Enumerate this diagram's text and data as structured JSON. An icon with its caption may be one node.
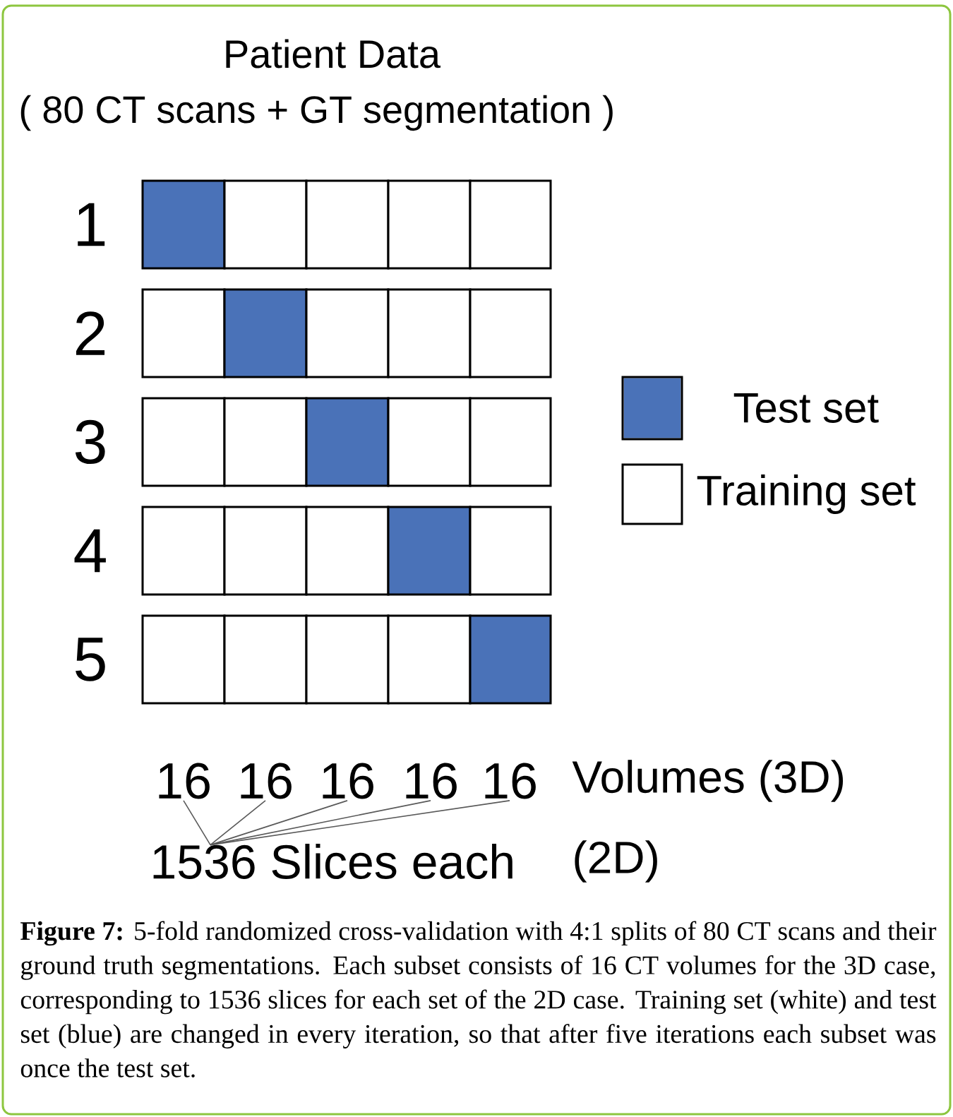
{
  "diagram": {
    "title": "Patient Data",
    "caption": "**Figure 7:** 5-fold randomized cross-validation with 4:1 splits of 80 CT scans and their ground truth segmentations. Each subset consists of 16 CT volumes for the 3D case, corresponding to 1536 slices for each set of the 2D case. Training set (white) and test set (blue) are changed in every iteration, so that after five iterations each subset was once the test set.",
    "nodes": [
      {
        "text": [],
        "shape": "box"
      },
      {
        "text": [],
        "shape": "box"
      },
      {
        "text": [],
        "shape": "box"
      },
      {
        "text": [],
        "shape": "box"
      },
      {
        "text": [],
        "shape": "box"
      },
      {
        "text": [],
        "shape": "box"
      },
      {
        "text": [],
        "shape": "box"
      },
      {
        "text": [],
        "shape": "box"
      },
      {
        "text": [],
        "shape": "box"
      },
      {
        "text": [],
        "shape": "box"
      },
      {
        "text": [],
        "shape": "box"
      },
      {
        "text": [],
        "shape": "box"
      },
      {
        "text": [],
        "shape": "box"
      },
      {
        "text": [],
        "shape": "box"
      },
      {
        "text": [],
        "shape": "box"
      },
      {
        "text": [],
        "shape": "box"
      },
      {
        "text": [],
        "shape": "box"
      },
      {
        "text": [],
        "shape": "box"
      },
      {
        "text": [],
        "shape": "box"
      },
      {
        "text": [],
        "shape": "box"
      },
      {
        "text": [],
        "shape": "box"
      },
      {
        "text": [],
        "shape": "box"
      },
      {
        "text": [],
        "shape": "box"
      },
      {
        "text": [],
        "shape": "box"
      },
      {
        "text": [],
        "shape": "box"
      },
      {
        "text": [
          "16"
        ]
      },
      {
        "text": [
          "16"
        ]
      },
      {
        "text": [
          "16"
        ]
      },
      {
        "text": [
          "16"
        ]
      },
      {
        "text": [
          "16"
        ]
      },
      {
        "text": [
          "1536 Slices each"
        ]
      }
    ],
    "edges": [
      {
        "from": 30,
        "to": 25,
        "arrow": "none"
      },
      {
        "from": 30,
        "to": 26,
        "arrow": "none"
      },
      {
        "from": 30,
        "to": 27,
        "arrow": "none"
      },
      {
        "from": 30,
        "to": 28,
        "arrow": "none"
      },
      {
        "from": 30,
        "to": 29,
        "arrow": "none"
      }
    ],
    "labels": [
      "( 80 CT scans + GT segmentation )",
      "1",
      "2",
      "3",
      "4",
      "5",
      "Volumes (3D)",
      "(2D)"
    ],
    "legend": [
      {
        "text": "Test set",
        "color": "#4a72b8"
      },
      {
        "text": "Training set",
        "color": "#ffffff"
      }
    ]
  }
}
